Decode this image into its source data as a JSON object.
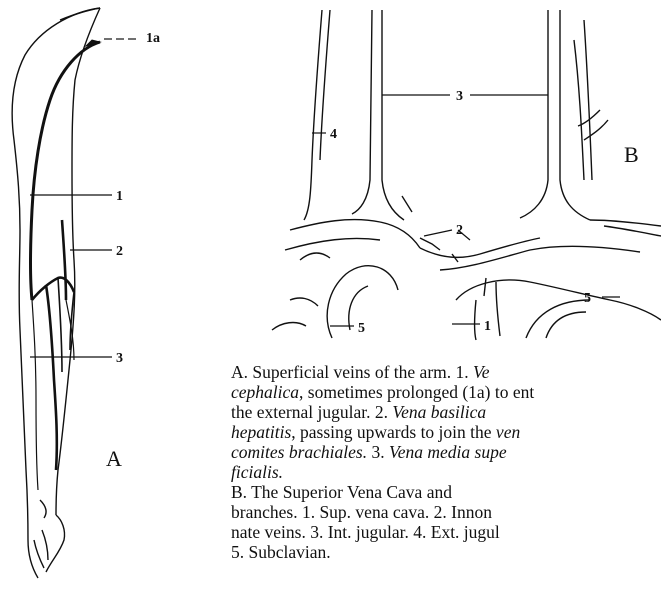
{
  "figure_a": {
    "letter": "A",
    "callouts": [
      "1a",
      "1",
      "2",
      "3"
    ]
  },
  "figure_b": {
    "letter": "B",
    "callouts": [
      "3",
      "4",
      "2",
      "5",
      "5",
      "1"
    ]
  },
  "caption": {
    "a_lines": [
      [
        "A. Superficial veins of the arm.   1. ",
        "Ve"
      ],
      [
        "",
        "cephalica",
        ", sometimes prolonged (1a) to ent"
      ],
      [
        "the external jugular.  2. ",
        "Vena basilica"
      ],
      [
        "",
        "hepatitis",
        ", passing upwards to join the ",
        "ven"
      ],
      [
        "",
        "comites brachiales.",
        "   3. ",
        "Vena media supe"
      ],
      [
        "",
        "ficialis."
      ]
    ],
    "b_lines": [
      "B. The  Superior Vena  Cava  and",
      "branches.  1. Sup. vena cava.  2. Innon",
      "nate veins.  3. Int. jugular.  4. Ext. jugul",
      "5. Subclavian."
    ]
  }
}
